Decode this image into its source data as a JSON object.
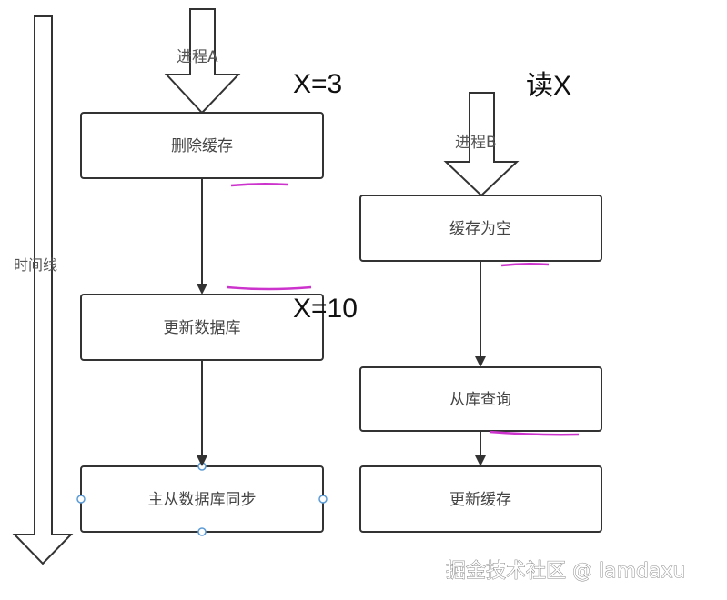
{
  "timeline": {
    "label": "时间线"
  },
  "process_a": {
    "label": "进程A",
    "value_note": "X=3",
    "steps": [
      "删除缓存",
      "更新数据库",
      "主从数据库同步"
    ],
    "update_note": "X=10"
  },
  "process_b": {
    "label": "进程B",
    "read_note": "读X",
    "steps": [
      "缓存为空",
      "从库查询",
      "更新缓存"
    ]
  },
  "watermark": "掘金技术社区 @ lamdaxu",
  "colors": {
    "box_stroke": "#333333",
    "arrow": "#333333",
    "underline": "#cc33cc",
    "handle": "#5b9bd5"
  }
}
